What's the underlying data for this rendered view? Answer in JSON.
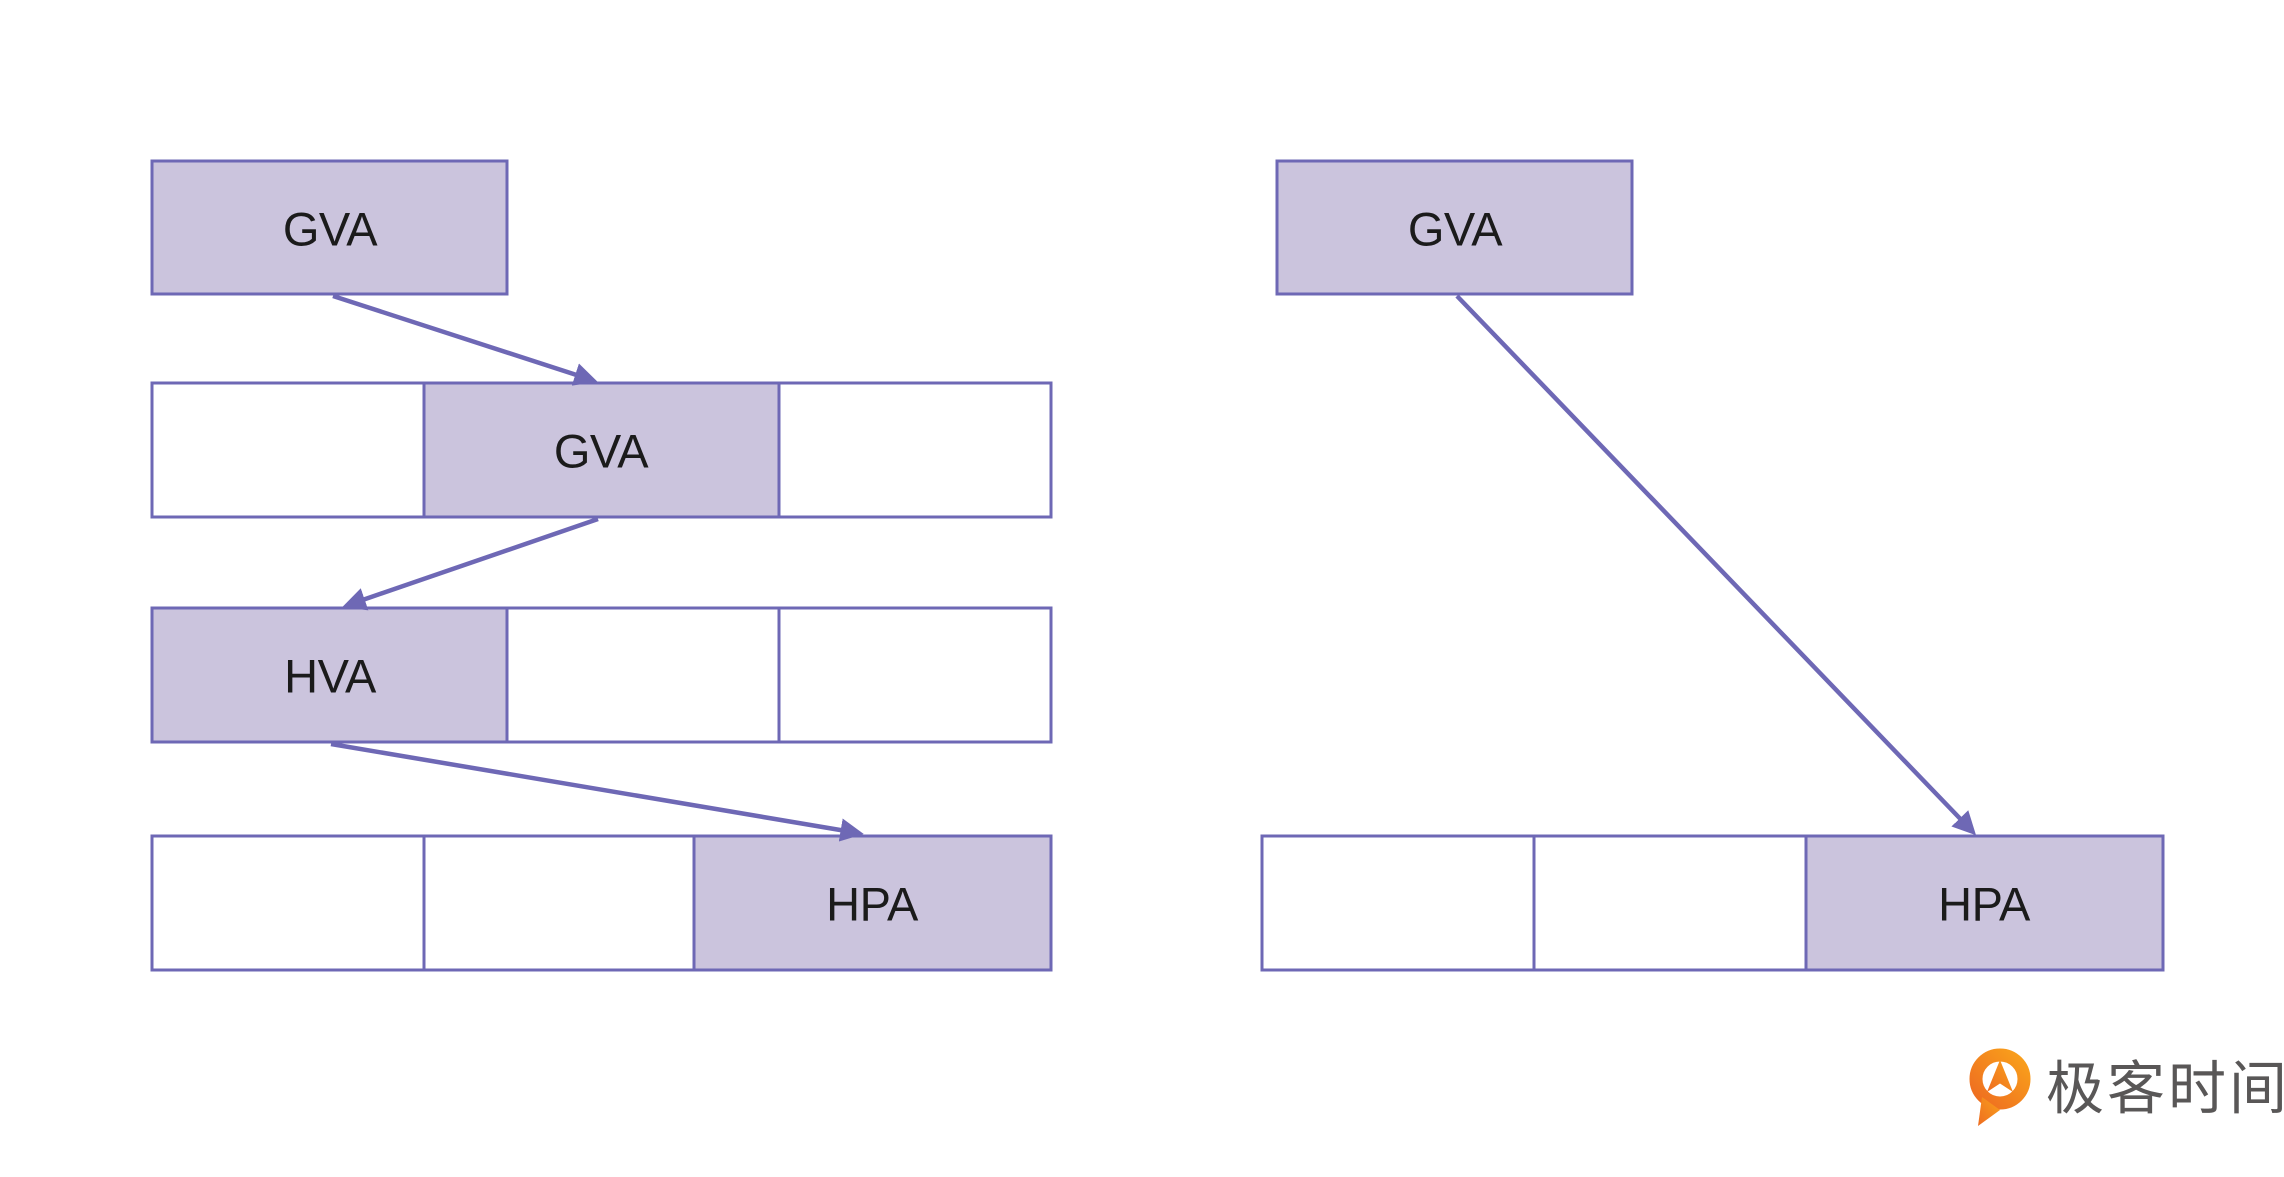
{
  "colors": {
    "background": "#ffffff",
    "box_fill": "#cbc4dd",
    "box_stroke": "#6e68b5",
    "arrow": "#6e68b5",
    "label": "#1b1b1b",
    "logo_orange_light": "#f9a11b",
    "logo_orange_dark": "#ee6c21",
    "logo_text": "#595757"
  },
  "left_diagram": {
    "top_box": {
      "label": "GVA"
    },
    "rows": [
      {
        "cells": [
          {
            "label": "",
            "filled": false
          },
          {
            "label": "GVA",
            "filled": true
          },
          {
            "label": "",
            "filled": false
          }
        ]
      },
      {
        "cells": [
          {
            "label": "HVA",
            "filled": true
          },
          {
            "label": "",
            "filled": false
          },
          {
            "label": "",
            "filled": false
          }
        ]
      },
      {
        "cells": [
          {
            "label": "",
            "filled": false
          },
          {
            "label": "",
            "filled": false
          },
          {
            "label": "HPA",
            "filled": true
          }
        ]
      }
    ],
    "edges": [
      {
        "from": "top GVA box",
        "to": "row-1 GVA cell"
      },
      {
        "from": "row-1 GVA cell",
        "to": "row-2 HVA cell"
      },
      {
        "from": "row-2 HVA cell",
        "to": "row-3 HPA cell"
      }
    ]
  },
  "right_diagram": {
    "top_box": {
      "label": "GVA"
    },
    "rows": [
      {
        "cells": [
          {
            "label": "",
            "filled": false
          },
          {
            "label": "",
            "filled": false
          },
          {
            "label": "HPA",
            "filled": true
          }
        ]
      }
    ],
    "edges": [
      {
        "from": "top GVA box",
        "to": "row HPA cell"
      }
    ]
  },
  "logo": {
    "text": "极客时间",
    "icon": "geektime-pin-icon"
  }
}
